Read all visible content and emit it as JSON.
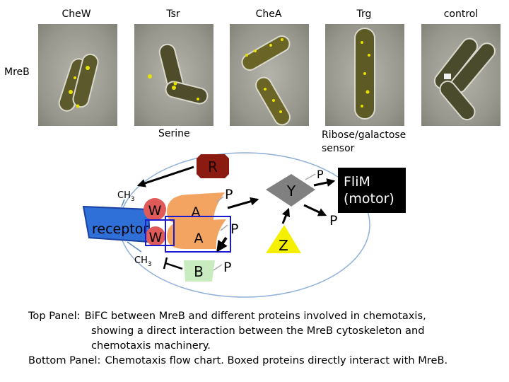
{
  "top_panel": {
    "columns": [
      {
        "label": "CheW"
      },
      {
        "label": "Tsr"
      },
      {
        "label": "CheA"
      },
      {
        "label": "Trg"
      },
      {
        "label": "control"
      }
    ],
    "row_label": "MreB",
    "sublabels": {
      "tsr": "Serine",
      "trg_line1": "Ribose/galactose",
      "trg_line2": "sensor"
    },
    "fluorescence_color": "#e8e000"
  },
  "diagram": {
    "r_label": "R",
    "w_label": "W",
    "a_label": "A",
    "p_label": "P",
    "y_label": "Y",
    "z_label": "Z",
    "b_label": "B",
    "receptor_label": "receptor",
    "ch3_base": "CH",
    "ch3_sub": "3",
    "flim_line1": "FliM",
    "flim_line2": "(motor)",
    "colors": {
      "cell_outline": "#8fb0d8",
      "receptor": "#2e6fd8",
      "r_box": "#8b1a10",
      "w": "#e05a5a",
      "a": "#f2a460",
      "y": "#808080",
      "z": "#f5f000",
      "b": "#c8ecc0",
      "box": "#1a1ad0"
    }
  },
  "caption": {
    "top_head": "Top Panel:",
    "top_line1": "BiFC between MreB and different proteins involved in chemotaxis,",
    "top_line2": "showing a direct interaction between the MreB cytoskeleton and",
    "top_line3": "chemotaxis machinery.",
    "bottom_head": "Bottom Panel:",
    "bottom_text": "Chemotaxis flow chart. Boxed proteins directly interact with MreB."
  }
}
